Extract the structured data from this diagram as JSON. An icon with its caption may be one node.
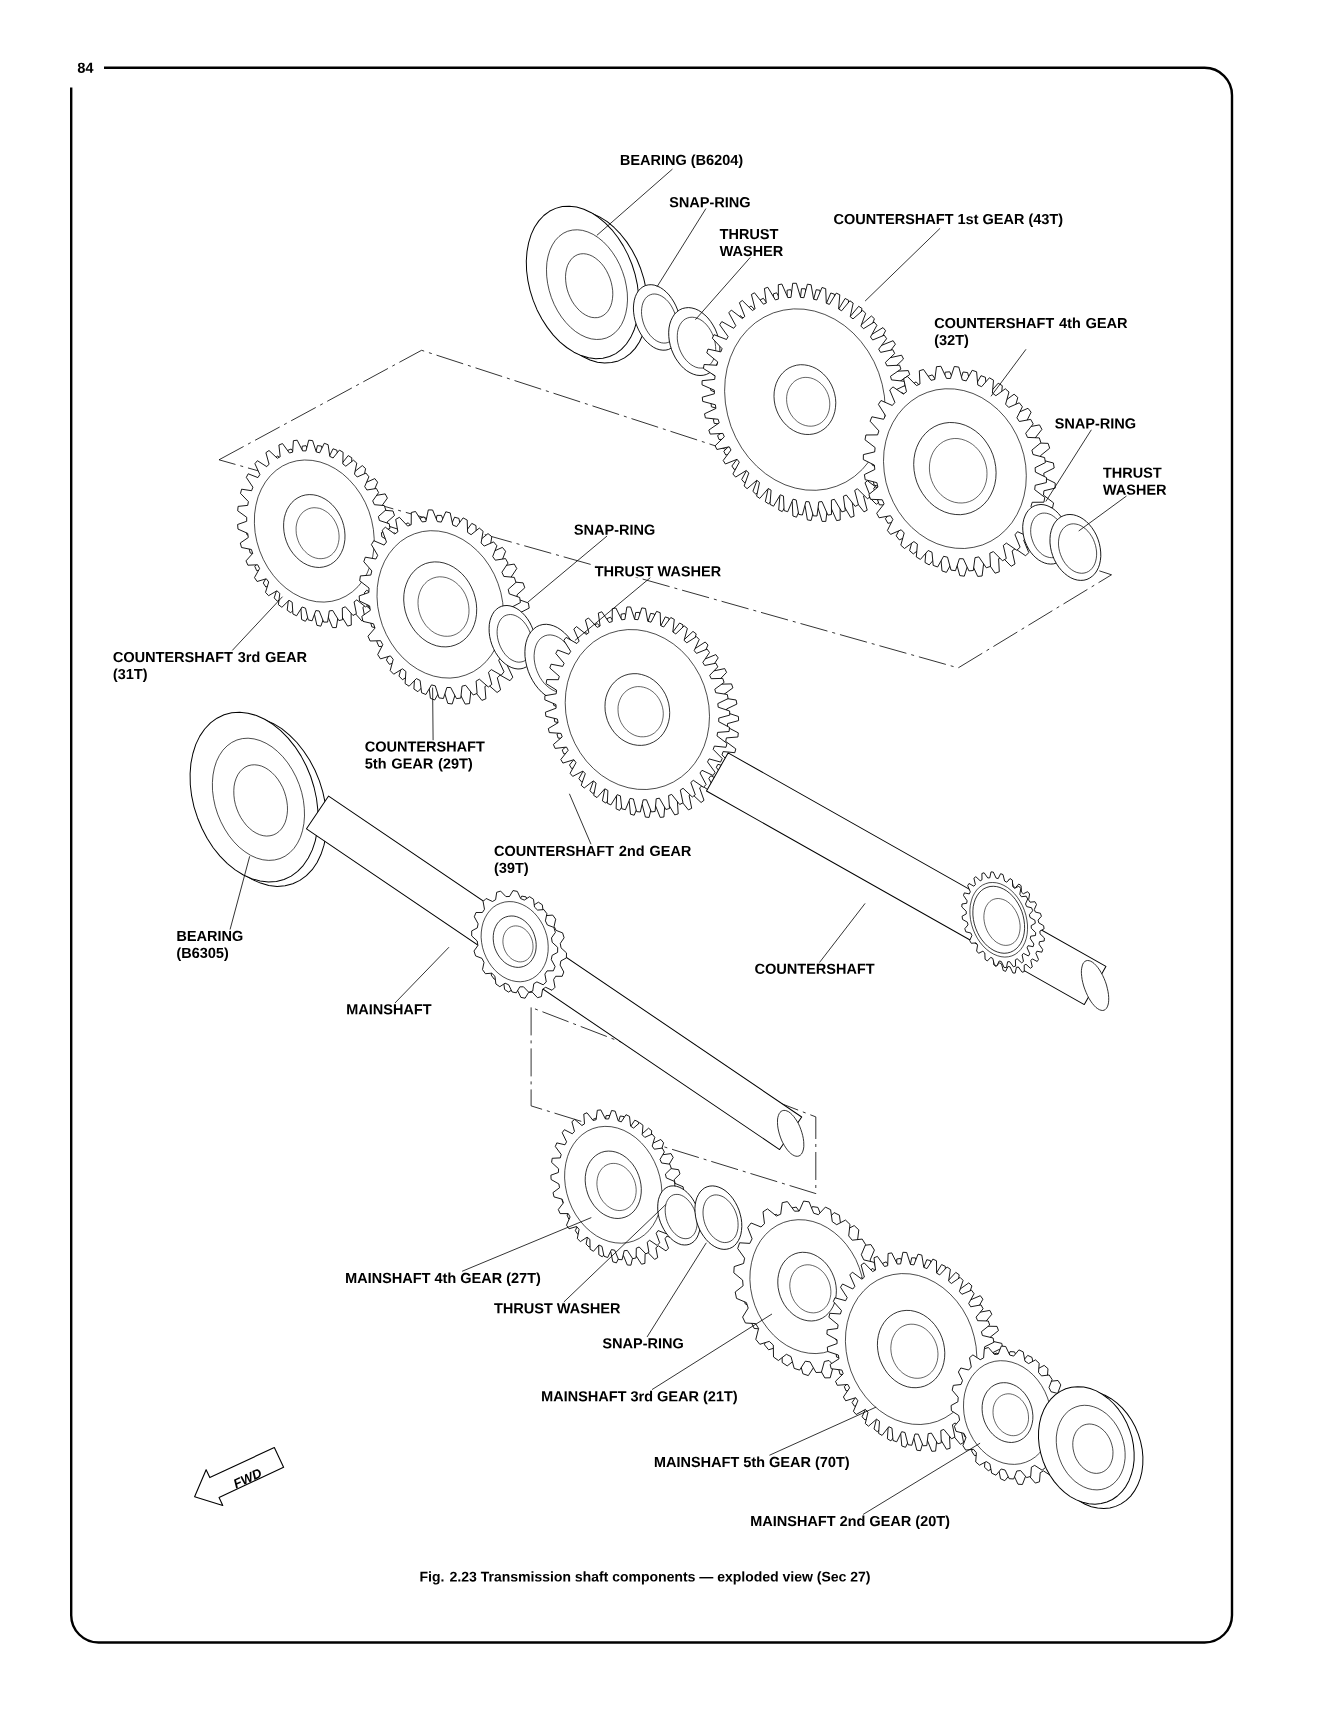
{
  "diagram": {
    "caption": "Fig. 2.23   Transmission shaft components — exploded view (Sec 27)",
    "nodes": [
      {
        "text": [
          "BEARING (B6204)"
        ]
      },
      {
        "text": [
          "SNAP-RING"
        ]
      },
      {
        "text": [
          "THRUST WASHER"
        ]
      },
      {
        "text": [
          "COUNTERSHAFT 1st GEAR (43T)"
        ]
      },
      {
        "text": [
          "COUNTERSHAFT 4th GEAR (32T)"
        ]
      },
      {
        "text": [
          "SNAP-RING"
        ]
      },
      {
        "text": [
          "THRUST WASHER"
        ]
      },
      {
        "text": [
          "SNAP-RING"
        ]
      },
      {
        "text": [
          "THRUST WASHER"
        ]
      },
      {
        "text": [
          "COUNTERSHAFT 3rd GEAR (31T)"
        ]
      },
      {
        "text": [
          "COUNTERSHAFT 5th GEAR (29T)"
        ]
      },
      {
        "text": [
          "COUNTERSHAFT 2nd GEAR (39T)"
        ]
      },
      {
        "text": [
          "BEARING (B6305)"
        ]
      },
      {
        "text": [
          "MAINSHAFT"
        ]
      },
      {
        "text": [
          "COUNTERSHAFT"
        ]
      },
      {
        "text": [
          "MAINSHAFT 4th GEAR (27T)"
        ]
      },
      {
        "text": [
          "THRUST WASHER"
        ]
      },
      {
        "text": [
          "SNAP-RING"
        ]
      },
      {
        "text": [
          "MAINSHAFT 3rd GEAR (21T)"
        ]
      },
      {
        "text": [
          "MAINSHAFT 5th GEAR (70T)"
        ]
      },
      {
        "text": [
          "MAINSHAFT 2nd GEAR (20T)"
        ]
      }
    ],
    "edges": [
      {
        "from": 0,
        "to": null,
        "arrow": "none"
      },
      {
        "from": 1,
        "to": null,
        "arrow": "none"
      },
      {
        "from": 2,
        "to": null,
        "arrow": "none"
      },
      {
        "from": 3,
        "to": null,
        "arrow": "none"
      },
      {
        "from": 4,
        "to": null,
        "arrow": "none"
      },
      {
        "from": 5,
        "to": null,
        "arrow": "none"
      },
      {
        "from": 6,
        "to": null,
        "arrow": "none"
      },
      {
        "from": 7,
        "to": null,
        "arrow": "none"
      },
      {
        "from": 8,
        "to": null,
        "arrow": "none"
      },
      {
        "from": 9,
        "to": null,
        "arrow": "none"
      },
      {
        "from": 10,
        "to": null,
        "arrow": "none"
      },
      {
        "from": 11,
        "to": null,
        "arrow": "none"
      },
      {
        "from": 12,
        "to": null,
        "arrow": "none"
      },
      {
        "from": 13,
        "to": null,
        "arrow": "none"
      },
      {
        "from": 14,
        "to": null,
        "arrow": "none"
      },
      {
        "from": 15,
        "to": null,
        "arrow": "none"
      },
      {
        "from": 16,
        "to": null,
        "arrow": "none"
      },
      {
        "from": 17,
        "to": null,
        "arrow": "none"
      },
      {
        "from": 18,
        "to": null,
        "arrow": "none"
      },
      {
        "from": 19,
        "to": null,
        "arrow": "none"
      },
      {
        "from": 20,
        "to": null,
        "arrow": "none"
      }
    ],
    "labels": [
      "84",
      "FWD"
    ]
  }
}
